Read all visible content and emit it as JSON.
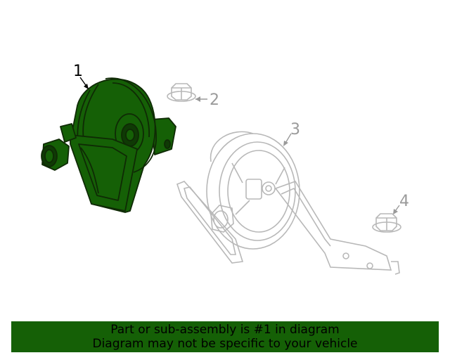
{
  "colors": {
    "highlight_part": "#156006",
    "highlight_outline": "#0f2a05",
    "ghost_parts": "#b8b8b8",
    "ghost_callouts": "#9a9a9a",
    "banner_background": "#156006",
    "banner_text": "#000000"
  },
  "callouts": {
    "part1": "1",
    "part2": "2",
    "part3": "3",
    "part4": "4"
  },
  "banner": {
    "line1": "Part or sub-assembly is #1 in diagram",
    "line2": "Diagram may not be specific to your vehicle"
  }
}
